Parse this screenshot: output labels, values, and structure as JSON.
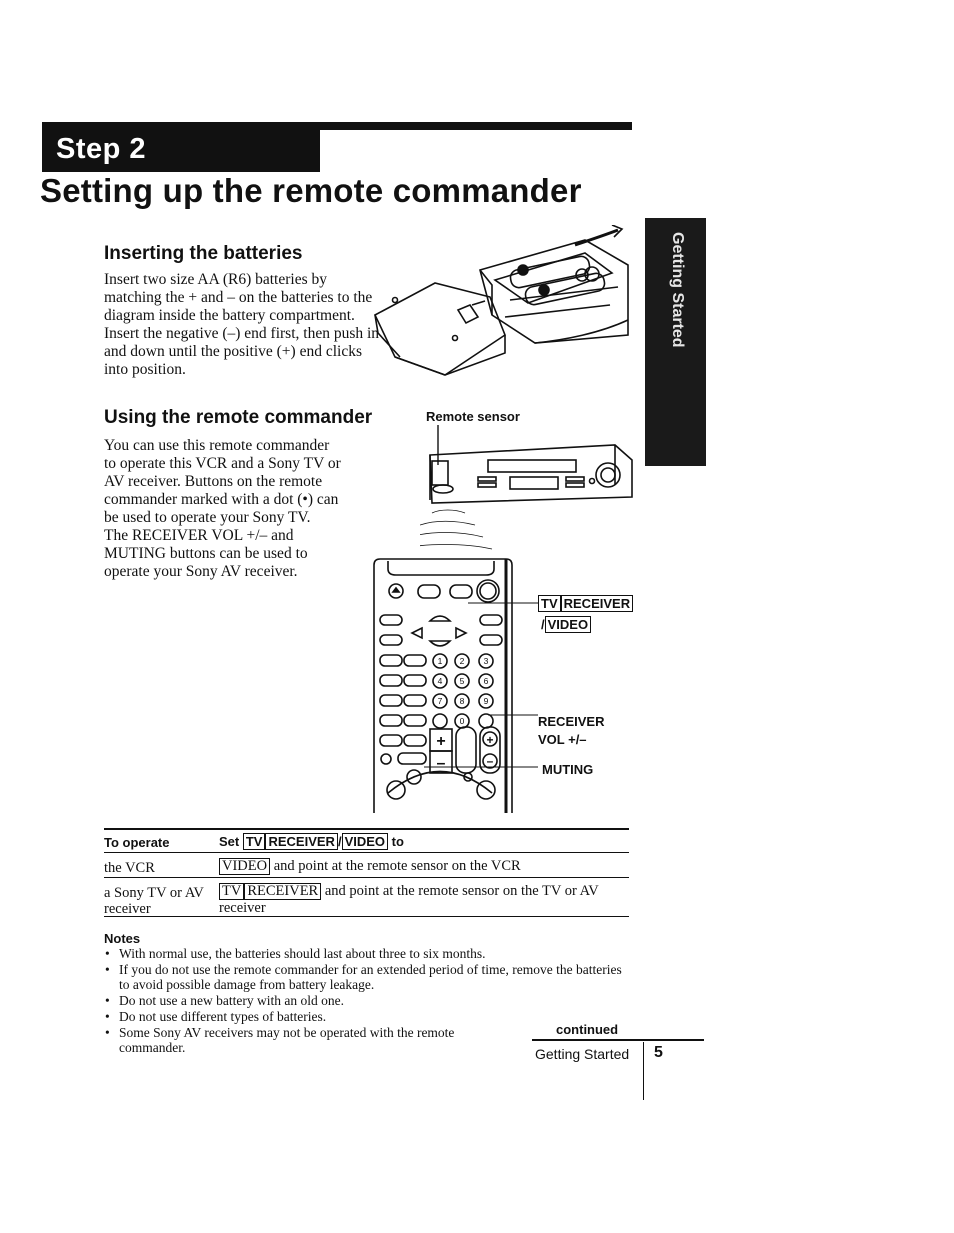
{
  "header": {
    "step": "Step 2",
    "title": "Setting up the remote commander",
    "tab": "Getting Started"
  },
  "inserting": {
    "heading": "Inserting the batteries",
    "paragraphs": [
      "Insert two size AA (R6) batteries by matching the + and – on the batteries to the diagram inside the battery compartment.",
      "Insert the negative (–) end first, then push in and down until the positive (+) end clicks into position."
    ]
  },
  "using": {
    "heading": "Using the remote commander",
    "paragraphs": [
      "You can use this remote commander to operate this VCR and a Sony TV or AV receiver. Buttons on the remote commander marked with a dot (•) can be used to operate your Sony TV.",
      "The RECEIVER VOL +/– and MUTING buttons can be used to operate your Sony AV receiver."
    ]
  },
  "illustration": {
    "remote_sensor_label": "Remote sensor",
    "callouts": {
      "tv": "TV",
      "receiver": "RECEIVER",
      "slash": "/",
      "video": "VIDEO",
      "receiver_vol_line1": "RECEIVER",
      "receiver_vol_line2": "VOL +/–",
      "muting": "MUTING"
    },
    "remote_button_digits": [
      "1",
      "2",
      "3",
      "4",
      "5",
      "6",
      "7",
      "8",
      "9",
      "0"
    ]
  },
  "table": {
    "col1_header": "To operate",
    "col2_header_prefix": "Set",
    "col2_header_tv": "TV",
    "col2_header_receiver": "RECEIVER",
    "col2_header_slash": "/",
    "col2_header_video": "VIDEO",
    "col2_header_suffix": "to",
    "rows": [
      {
        "target": "the VCR",
        "key1": "VIDEO",
        "key2": "",
        "text": "and point at the remote sensor on the VCR"
      },
      {
        "target": "a Sony TV or AV receiver",
        "key1": "TV",
        "key2": "RECEIVER",
        "text": "and point at the remote sensor on the TV or AV receiver"
      }
    ]
  },
  "notes": {
    "heading": "Notes",
    "items": [
      "With normal use, the batteries should last about three to six months.",
      "If you do not use the remote commander for an extended period of time, remove the batteries to avoid possible damage from battery leakage.",
      "Do not use a new battery with an old one.",
      "Do not use different types of batteries.",
      "Some Sony AV receivers may not be operated with the remote commander."
    ]
  },
  "footer": {
    "continued": "continued",
    "section": "Getting Started",
    "page": "5"
  }
}
